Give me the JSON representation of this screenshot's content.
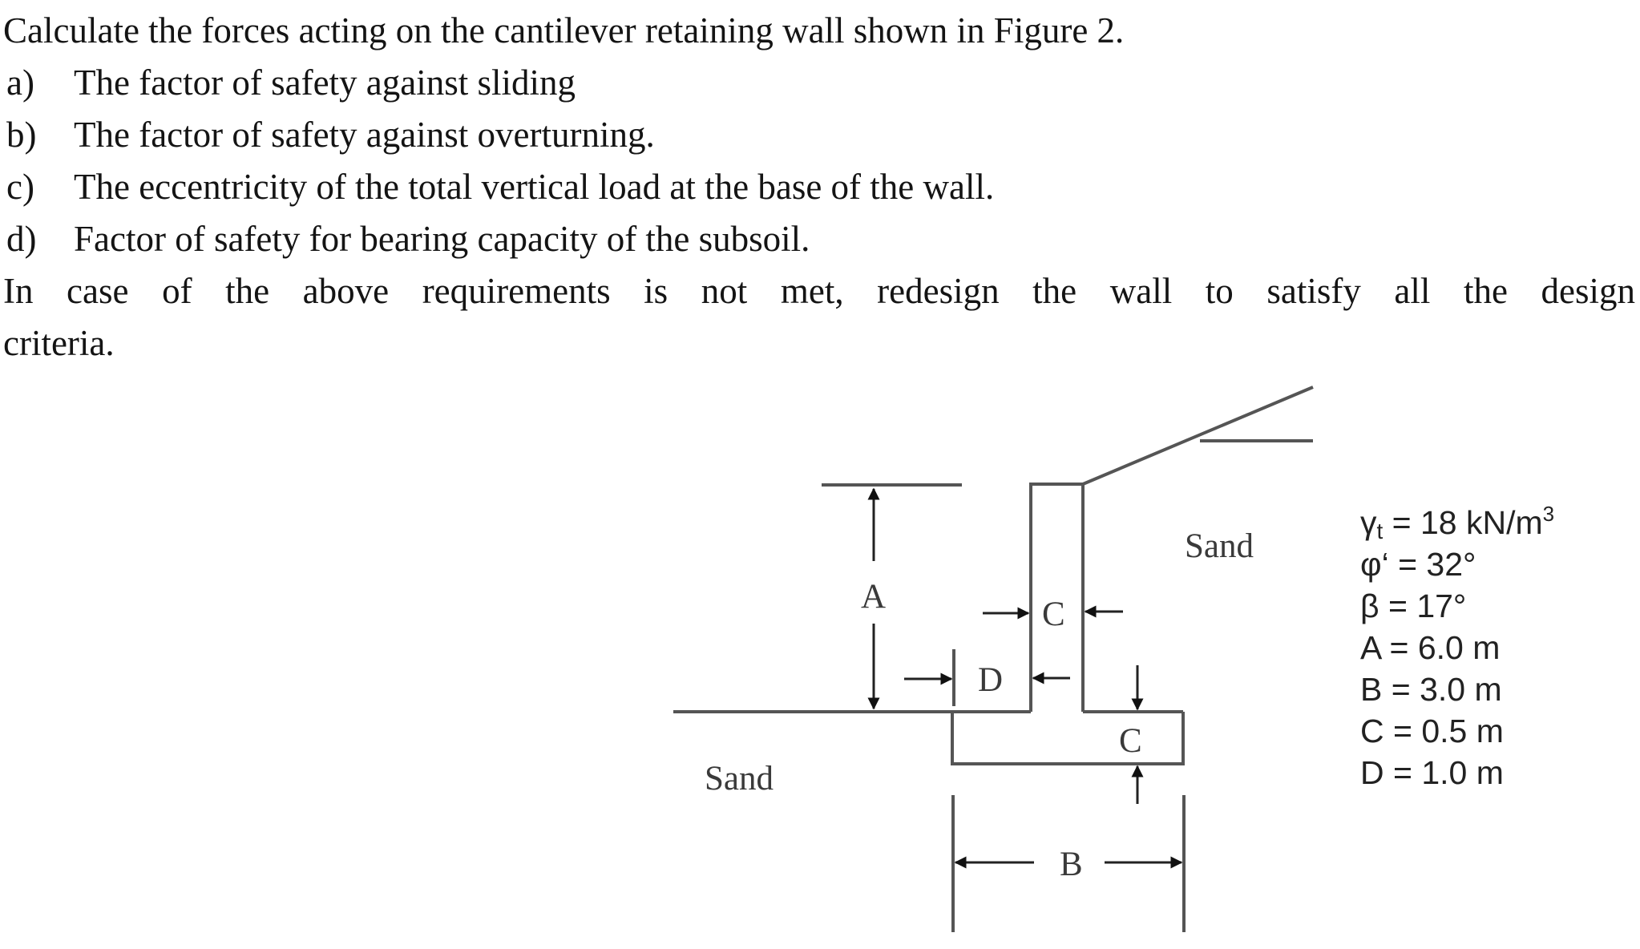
{
  "question": {
    "intro": "Calculate the forces acting on the cantilever retaining wall shown in Figure 2.",
    "items": [
      {
        "label": "a)",
        "text": "The factor of safety against sliding"
      },
      {
        "label": "b)",
        "text": "The factor of safety against overturning."
      },
      {
        "label": "c)",
        "text": "The eccentricity of the total vertical load at the base of the wall."
      },
      {
        "label": "d)",
        "text": "Factor of safety for bearing capacity of the subsoil."
      }
    ],
    "closing_line1": "In case of the above requirements is not met, redesign the wall to satisfy all the design",
    "closing_line2": "criteria."
  },
  "figure": {
    "soil_left_label": "Sand",
    "soil_right_label": "Sand",
    "dim_labels": {
      "A": "A",
      "B": "B",
      "C_stem": "C",
      "C_base": "C",
      "D": "D"
    },
    "parameters": [
      {
        "symbol": "γ",
        "sub": "t",
        "rest": " = 18 kN/m",
        "sup": "3"
      },
      {
        "symbol": "φ‘",
        "sub": "",
        "rest": " = 32°",
        "sup": ""
      },
      {
        "symbol": "β",
        "sub": "",
        "rest": " = 17°",
        "sup": ""
      },
      {
        "symbol": "A",
        "sub": "",
        "rest": " = 6.0 m",
        "sup": ""
      },
      {
        "symbol": "B",
        "sub": "",
        "rest": " = 3.0 m",
        "sup": ""
      },
      {
        "symbol": "C",
        "sub": "",
        "rest": " = 0.5 m",
        "sup": ""
      },
      {
        "symbol": "D",
        "sub": "",
        "rest": " = 1.0 m",
        "sup": ""
      }
    ]
  }
}
